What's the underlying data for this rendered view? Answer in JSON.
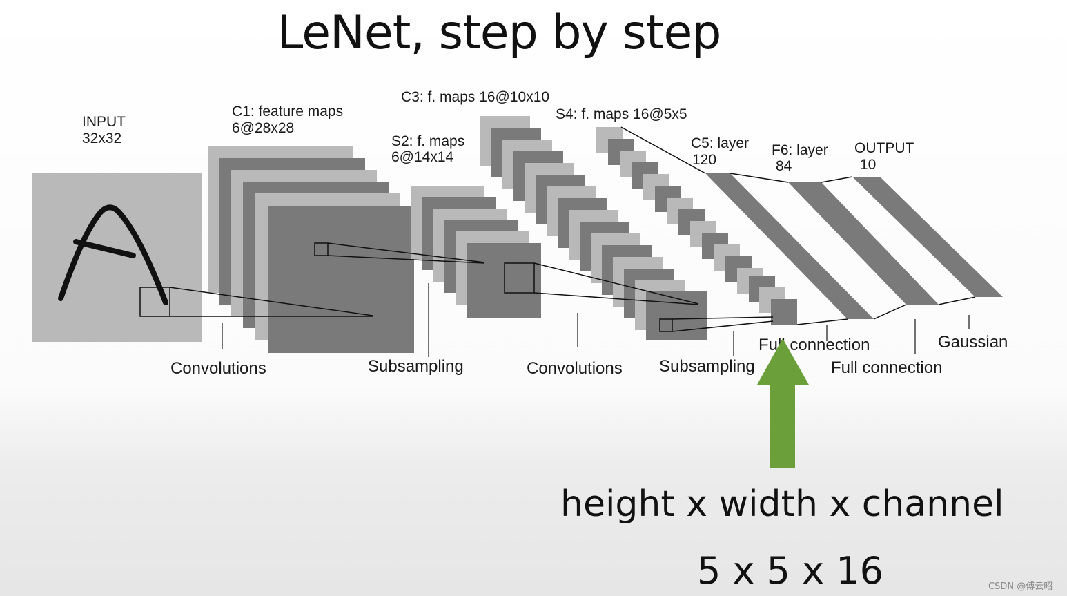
{
  "title": "LeNet, step by step",
  "layers": {
    "input": {
      "name": "INPUT",
      "size": "32x32"
    },
    "c1": {
      "name": "C1: feature maps",
      "size": "6@28x28"
    },
    "s2": {
      "name": "S2: f. maps",
      "size": "6@14x14"
    },
    "c3": {
      "name": "C3: f. maps 16@10x10"
    },
    "s4": {
      "name": "S4: f. maps 16@5x5"
    },
    "c5": {
      "name": "C5: layer",
      "size": "120"
    },
    "f6": {
      "name": "F6: layer",
      "size": "84"
    },
    "output": {
      "name": "OUTPUT",
      "size": "10"
    }
  },
  "operations": {
    "conv1": "Convolutions",
    "sub1": "Subsampling",
    "conv2": "Convolutions",
    "sub2": "Subsampling",
    "full1": "Full connection",
    "full2": "Full connection",
    "gaussian": "Gaussian"
  },
  "annotation": {
    "caption": "height x width x channel",
    "value": "5 x 5 x 16",
    "arrow_color": "#6a9f3a"
  },
  "watermark": "CSDN @傅云昭",
  "colors": {
    "light_map": "#b9b9b9",
    "dark_map": "#7a7a7a"
  }
}
